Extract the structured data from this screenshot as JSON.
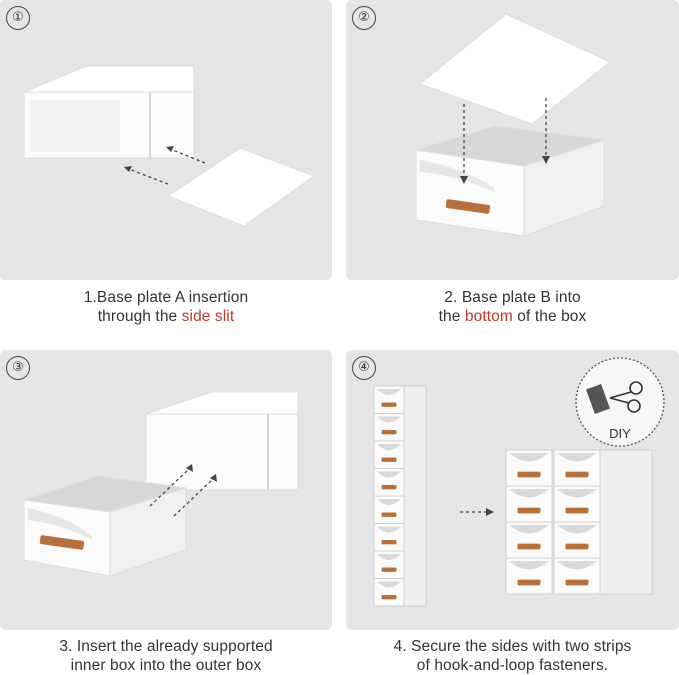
{
  "steps": [
    {
      "badge": "①",
      "line1": "1.Base plate A insertion",
      "line2_pre": "through the ",
      "line2_hl": "side slit",
      "line2_post": ""
    },
    {
      "badge": "②",
      "line1": "2. Base plate B into",
      "line2_pre": "the ",
      "line2_hl": "bottom",
      "line2_post": " of the box"
    },
    {
      "badge": "③",
      "line1": "3. Insert the already supported",
      "line2_pre": "inner box into the outer box",
      "line2_hl": "",
      "line2_post": ""
    },
    {
      "badge": "④",
      "line1": "4. Secure the sides with two strips",
      "line2_pre": "of hook-and-loop fasteners.",
      "line2_hl": "",
      "line2_post": ""
    }
  ],
  "diy_label": "DIY",
  "colors": {
    "panel": "#e5e5e5",
    "highlight": "#c0392b",
    "handle": "#b5703f"
  },
  "icons": [
    "scissors-icon",
    "dashed-arrow-icon"
  ]
}
